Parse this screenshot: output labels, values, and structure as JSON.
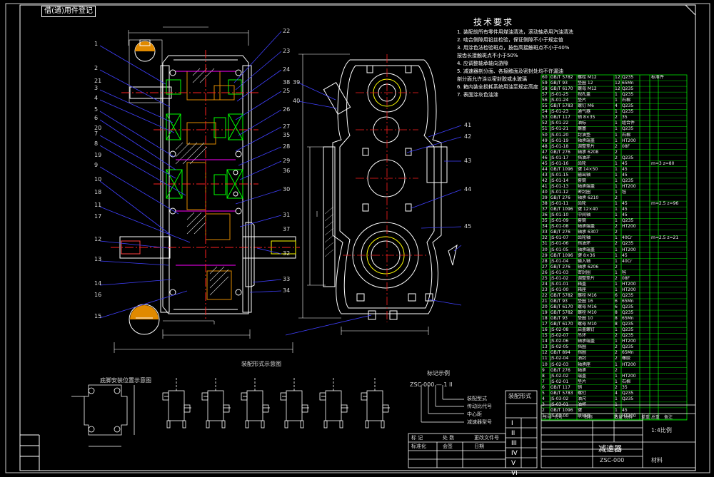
{
  "sheet": {
    "stamp": "借(通)用件登记",
    "colors": {
      "background": "#000000",
      "frame": "#ffffff",
      "body_lines": "#ffffff",
      "bearing_lines": "#00ff00",
      "centre_lines": "#ff2020",
      "leaders": "#3a3aff",
      "magenta": "#ff00ff",
      "hatch": "#d8d8d8",
      "cyan": "#00ffff"
    }
  },
  "tech": {
    "title": "技术要求",
    "lines": [
      "1. 装配前所有零件用煤油清洗，滚动轴承用汽油清洗",
      "2. 啮合侧隙用铅丝检验，保证侧隙不小于规定值",
      "3. 用涂色法检验斑点，按齿高接触斑点不小于40%",
      "   按齿长接触斑点不小于50%",
      "4. 应调整轴承轴向游隙",
      "5. 减速器剖分面、各接触面及密封处均不许漏油",
      "   剖分面允许涂以密封胶或水玻璃",
      "6. 箱内装全损耗系统用油至规定高度",
      "7. 表面涂灰色油漆"
    ]
  },
  "callouts_left": [
    "1",
    "2",
    "3",
    "4",
    "5",
    "6",
    "7",
    "8",
    "9",
    "10",
    "11",
    "12",
    "13",
    "14",
    "15",
    "16",
    "17",
    "18",
    "19",
    "20",
    "21"
  ],
  "callouts_right": [
    "22",
    "23",
    "24",
    "25",
    "26",
    "27",
    "28",
    "29",
    "30",
    "31",
    "32",
    "33",
    "34",
    "35",
    "36",
    "37",
    "38"
  ],
  "side_callouts": [
    "39",
    "40",
    "41",
    "42",
    "43",
    "44",
    "45"
  ],
  "bom": {
    "rows": [
      [
        "60",
        "GB/T 5782",
        "螺栓 M12",
        "12",
        "Q235",
        "",
        "标准件"
      ],
      [
        "59",
        "GB/T 93",
        "垫圈 12",
        "12",
        "65Mn",
        "",
        ""
      ],
      [
        "58",
        "GB/T 6170",
        "螺母 M12",
        "12",
        "Q235",
        "",
        ""
      ],
      [
        "57",
        "JS-01-25",
        "视孔盖",
        "1",
        "Q235",
        "",
        ""
      ],
      [
        "56",
        "JS-01-24",
        "垫片",
        "1",
        "石棉",
        "",
        ""
      ],
      [
        "55",
        "GB/T 5783",
        "螺钉 M6",
        "4",
        "Q235",
        "",
        ""
      ],
      [
        "54",
        "JS-01-23",
        "通气器",
        "1",
        "Q235",
        "",
        ""
      ],
      [
        "53",
        "GB/T 117",
        "销 8×35",
        "2",
        "35",
        "",
        ""
      ],
      [
        "52",
        "JS-01-22",
        "油标",
        "1",
        "组合件",
        "",
        ""
      ],
      [
        "51",
        "JS-01-21",
        "螺塞",
        "1",
        "Q235",
        "",
        ""
      ],
      [
        "50",
        "JS-01-20",
        "封油垫",
        "1",
        "石棉",
        "",
        ""
      ],
      [
        "49",
        "JS-01-19",
        "轴承端盖",
        "1",
        "HT200",
        "",
        ""
      ],
      [
        "48",
        "JS-01-18",
        "调整垫片",
        "2",
        "08F",
        "",
        ""
      ],
      [
        "47",
        "GB/T 276",
        "轴承 6208",
        "2",
        "",
        "",
        ""
      ],
      [
        "46",
        "JS-01-17",
        "挡油环",
        "2",
        "Q235",
        "",
        ""
      ],
      [
        "45",
        "JS-01-16",
        "齿轮",
        "1",
        "45",
        "",
        "m=3 z=80"
      ],
      [
        "44",
        "GB/T 1096",
        "键 14×50",
        "1",
        "45",
        "",
        ""
      ],
      [
        "43",
        "JS-01-15",
        "输出轴",
        "1",
        "45",
        "",
        ""
      ],
      [
        "42",
        "JS-01-14",
        "套筒",
        "1",
        "Q235",
        "",
        ""
      ],
      [
        "41",
        "JS-01-13",
        "轴承端盖",
        "1",
        "HT200",
        "",
        ""
      ],
      [
        "40",
        "JS-01-12",
        "密封圈",
        "1",
        "毡",
        "",
        ""
      ],
      [
        "39",
        "GB/T 276",
        "轴承 6210",
        "2",
        "",
        "",
        ""
      ],
      [
        "38",
        "JS-01-11",
        "齿轮",
        "1",
        "45",
        "",
        "m=2.5 z=96"
      ],
      [
        "37",
        "GB/T 1096",
        "键 12×40",
        "1",
        "45",
        "",
        ""
      ],
      [
        "36",
        "JS-01-10",
        "中间轴",
        "1",
        "45",
        "",
        ""
      ],
      [
        "35",
        "JS-01-09",
        "套筒",
        "1",
        "Q235",
        "",
        ""
      ],
      [
        "34",
        "JS-01-08",
        "轴承端盖",
        "2",
        "HT200",
        "",
        ""
      ],
      [
        "33",
        "GB/T 276",
        "轴承 6307",
        "2",
        "",
        "",
        ""
      ],
      [
        "32",
        "JS-01-07",
        "齿轮轴",
        "1",
        "40Cr",
        "",
        "m=2.5 z=21"
      ],
      [
        "31",
        "JS-01-06",
        "挡油环",
        "2",
        "Q235",
        "",
        ""
      ],
      [
        "30",
        "JS-01-05",
        "轴承端盖",
        "1",
        "HT200",
        "",
        ""
      ],
      [
        "29",
        "GB/T 1096",
        "键 8×36",
        "1",
        "45",
        "",
        ""
      ],
      [
        "28",
        "JS-01-04",
        "输入轴",
        "1",
        "40Cr",
        "",
        ""
      ],
      [
        "27",
        "GB/T 276",
        "轴承 6206",
        "2",
        "",
        "",
        ""
      ],
      [
        "26",
        "JS-01-03",
        "密封圈",
        "1",
        "毡",
        "",
        ""
      ],
      [
        "25",
        "JS-01-02",
        "调整垫片",
        "2",
        "08F",
        "",
        ""
      ],
      [
        "24",
        "JS-01-01",
        "箱盖",
        "1",
        "HT200",
        "",
        ""
      ],
      [
        "23",
        "JS-01-00",
        "箱座",
        "1",
        "HT200",
        "",
        ""
      ],
      [
        "22",
        "GB/T 5782",
        "螺栓 M16",
        "6",
        "Q235",
        "",
        ""
      ],
      [
        "21",
        "GB/T 93",
        "垫圈 16",
        "6",
        "65Mn",
        "",
        ""
      ],
      [
        "20",
        "GB/T 6170",
        "螺母 M16",
        "6",
        "Q235",
        "",
        ""
      ],
      [
        "19",
        "GB/T 5782",
        "螺栓 M10",
        "8",
        "Q235",
        "",
        ""
      ],
      [
        "18",
        "GB/T 93",
        "垫圈 10",
        "8",
        "65Mn",
        "",
        ""
      ],
      [
        "17",
        "GB/T 6170",
        "螺母 M10",
        "8",
        "Q235",
        "",
        ""
      ],
      [
        "16",
        "JS-02-08",
        "启盖螺钉",
        "1",
        "Q235",
        "",
        ""
      ],
      [
        "15",
        "JS-02-07",
        "吊环",
        "2",
        "Q235",
        "",
        ""
      ],
      [
        "14",
        "JS-02-06",
        "轴承端盖",
        "1",
        "HT200",
        "",
        ""
      ],
      [
        "13",
        "JS-02-05",
        "挡圈",
        "2",
        "Q235",
        "",
        ""
      ],
      [
        "12",
        "GB/T 894",
        "挡圈",
        "2",
        "65Mn",
        "",
        ""
      ],
      [
        "11",
        "JS-02-04",
        "油封",
        "2",
        "橡胶",
        "",
        ""
      ],
      [
        "10",
        "JS-02-03",
        "轴承座",
        "1",
        "HT200",
        "",
        ""
      ],
      [
        "9",
        "GB/T 276",
        "轴承",
        "2",
        "",
        "",
        ""
      ],
      [
        "8",
        "JS-02-02",
        "端盖",
        "1",
        "HT200",
        "",
        ""
      ],
      [
        "7",
        "JS-02-01",
        "垫片",
        "1",
        "石棉",
        "",
        ""
      ],
      [
        "6",
        "GB/T 117",
        "销",
        "2",
        "35",
        "",
        ""
      ],
      [
        "5",
        "GB/T 5783",
        "螺钉",
        "4",
        "Q235",
        "",
        ""
      ],
      [
        "4",
        "JS-03-02",
        "油尺",
        "1",
        "Q235",
        "",
        ""
      ],
      [
        "3",
        "JS-03-01",
        "油杯",
        "1",
        "",
        "",
        ""
      ],
      [
        "2",
        "GB/T 1096",
        "键",
        "1",
        "45",
        "",
        ""
      ],
      [
        "1",
        "JS-03-00",
        "联轴器",
        "1",
        "HT200",
        "",
        ""
      ]
    ],
    "header": [
      "序号",
      "代号",
      "名称",
      "数量",
      "材料",
      "单重 总重",
      "备注"
    ]
  },
  "layout_table": {
    "title": "装配形式",
    "rows": [
      "I",
      "II",
      "III",
      "IV",
      "V",
      "VI"
    ]
  },
  "title_block": {
    "name": "减速器",
    "code": "ZSC-000",
    "unit": "1:4比例",
    "mass": "材料"
  },
  "marking": {
    "title": "标记示例",
    "code": "ZSC-000 — 1 II",
    "items": [
      "装配型式",
      "传动比代号",
      "中心距",
      "减速器型号"
    ]
  },
  "arrangement_label": "装配形式示意图",
  "bottom_table": {
    "headers": [
      "标 记",
      "处 数",
      "更改文件号"
    ],
    "row1": [
      "标准化",
      "会签",
      "日期"
    ]
  },
  "left_view_label": "底脚安装位置示意图"
}
